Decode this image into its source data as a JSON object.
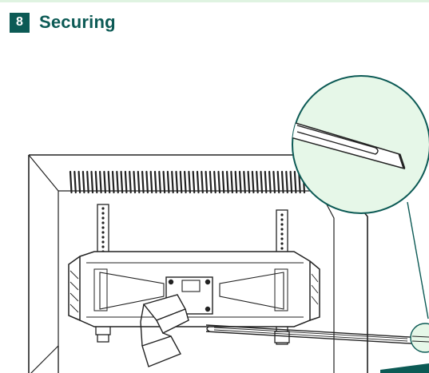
{
  "step": {
    "number": "8",
    "title": "Securing"
  },
  "colors": {
    "brand": "#0c5a55",
    "line": "#222222",
    "accent_light": "#dff3e1"
  },
  "illustration": {
    "subject": "tv-wall-mount-securing-strap",
    "detail_callout": "strap-slot-close-up"
  }
}
